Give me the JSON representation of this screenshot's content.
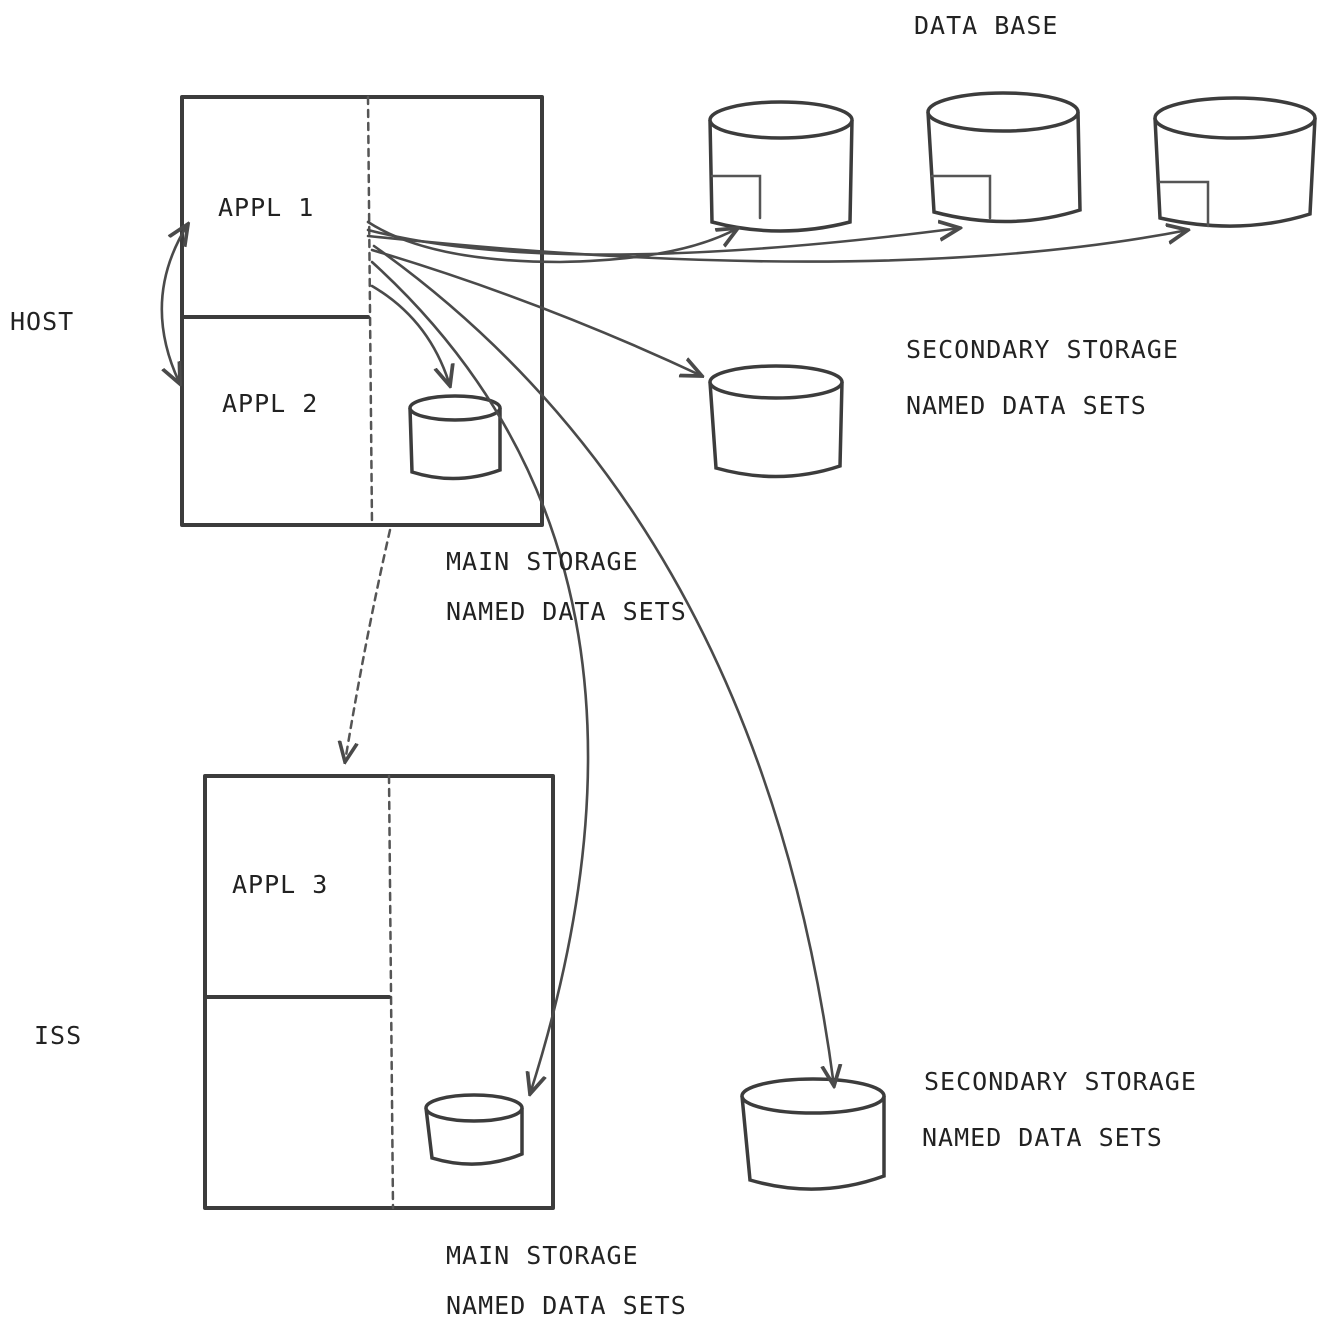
{
  "labels": {
    "data_base": "DATA BASE",
    "host": "HOST",
    "iss": "ISS",
    "appl1": "APPL 1",
    "appl2": "APPL 2",
    "appl3": "APPL 3",
    "secondary_storage_host_line1": "SECONDARY STORAGE",
    "secondary_storage_host_line2": "NAMED DATA SETS",
    "main_storage_host_line1": "MAIN STORAGE",
    "main_storage_host_line2": "NAMED DATA SETS",
    "secondary_storage_iss_line1": "SECONDARY STORAGE",
    "secondary_storage_iss_line2": "NAMED DATA SETS",
    "main_storage_iss_line1": "MAIN STORAGE",
    "main_storage_iss_line2": "NAMED DATA SETS"
  },
  "colors": {
    "ink": "#3c3c3c",
    "paper": "#ffffff"
  }
}
